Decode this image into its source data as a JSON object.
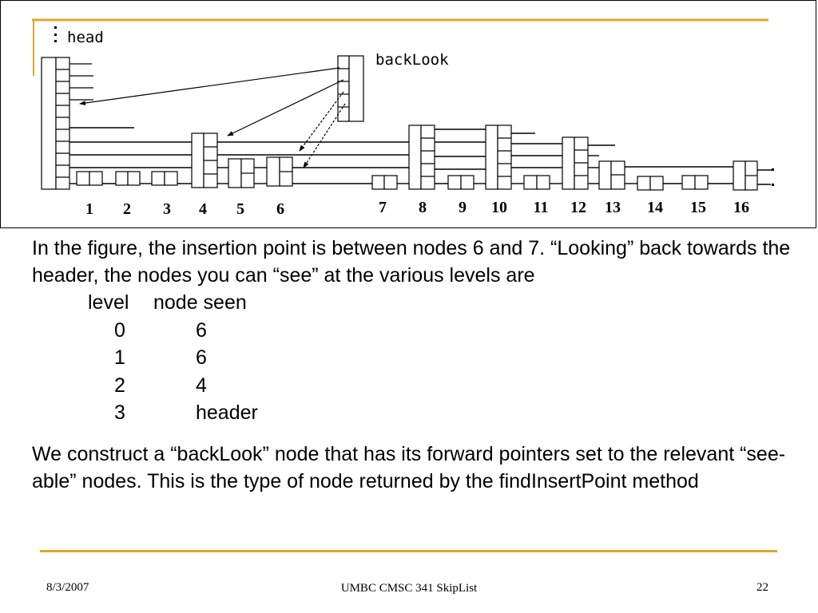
{
  "diagram": {
    "head_label": "head",
    "backlook_label": "backLook",
    "node_labels": [
      "1",
      "2",
      "3",
      "4",
      "5",
      "6",
      "7",
      "8",
      "9",
      "10",
      "11",
      "12",
      "13",
      "14",
      "15",
      "16"
    ]
  },
  "paragraph1": "In the figure, the insertion point is between nodes 6 and 7.  “Looking” back towards the header, the nodes you can “see” at the various levels are",
  "levels_table": {
    "header": [
      "level",
      "node seen"
    ],
    "rows": [
      {
        "level": "0",
        "node": "6"
      },
      {
        "level": "1",
        "node": "6"
      },
      {
        "level": "2",
        "node": "4"
      },
      {
        "level": "3",
        "node": "header"
      }
    ]
  },
  "paragraph2": "We construct a “backLook” node that has its forward pointers set to the relevant “see-able” nodes.  This is the type of node returned by the findInsertPoint method",
  "footer": {
    "date": "8/3/2007",
    "title": "UMBC CMSC 341 SkipList",
    "page": "22"
  },
  "colors": {
    "accent_rule": "#e0a62a",
    "ink": "#000000"
  }
}
